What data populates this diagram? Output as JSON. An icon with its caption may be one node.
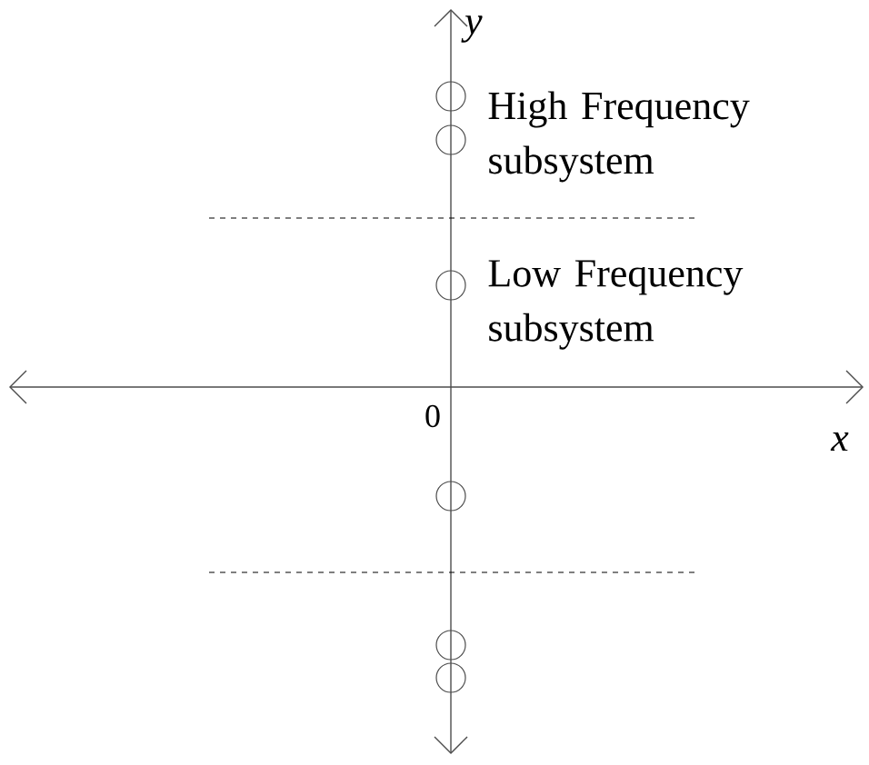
{
  "diagram": {
    "labels": [
      "y",
      "High Frequency subsystem",
      "Low Frequency subsystem",
      "0",
      "x"
    ]
  }
}
